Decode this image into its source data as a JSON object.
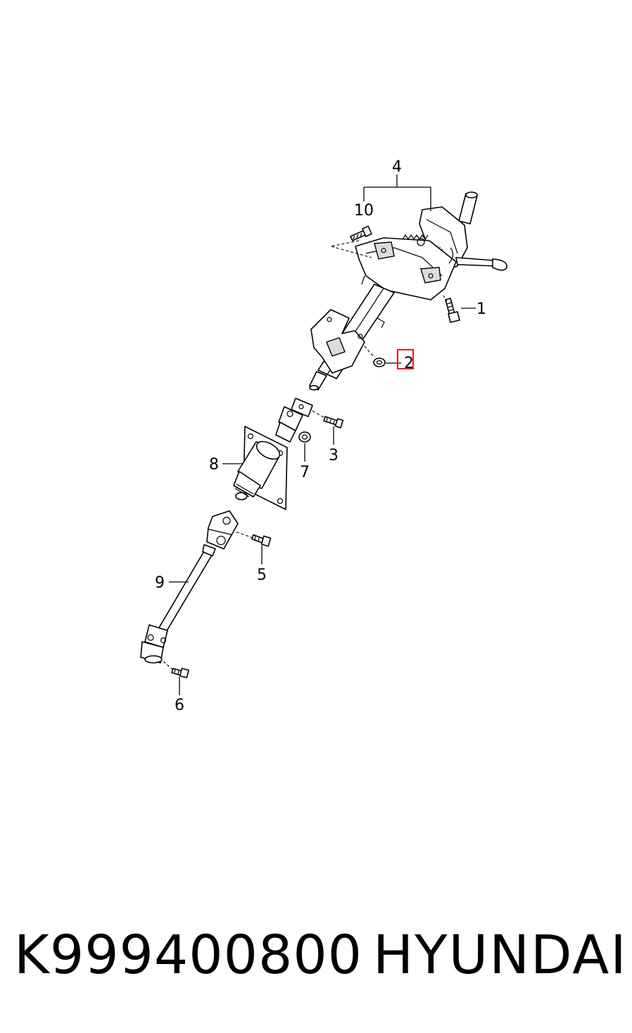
{
  "diagram": {
    "callouts": [
      {
        "id": "1",
        "label": "1"
      },
      {
        "id": "2",
        "label": "2"
      },
      {
        "id": "3",
        "label": "3"
      },
      {
        "id": "4",
        "label": "4"
      },
      {
        "id": "5",
        "label": "5"
      },
      {
        "id": "6",
        "label": "6"
      },
      {
        "id": "7",
        "label": "7"
      },
      {
        "id": "8",
        "label": "8"
      },
      {
        "id": "9",
        "label": "9"
      },
      {
        "id": "10",
        "label": "10"
      }
    ],
    "highlighted_callout": "2",
    "highlight_color": "#e02020"
  },
  "footer": {
    "part_number": "K999400800",
    "brand": "HYUNDAI"
  }
}
